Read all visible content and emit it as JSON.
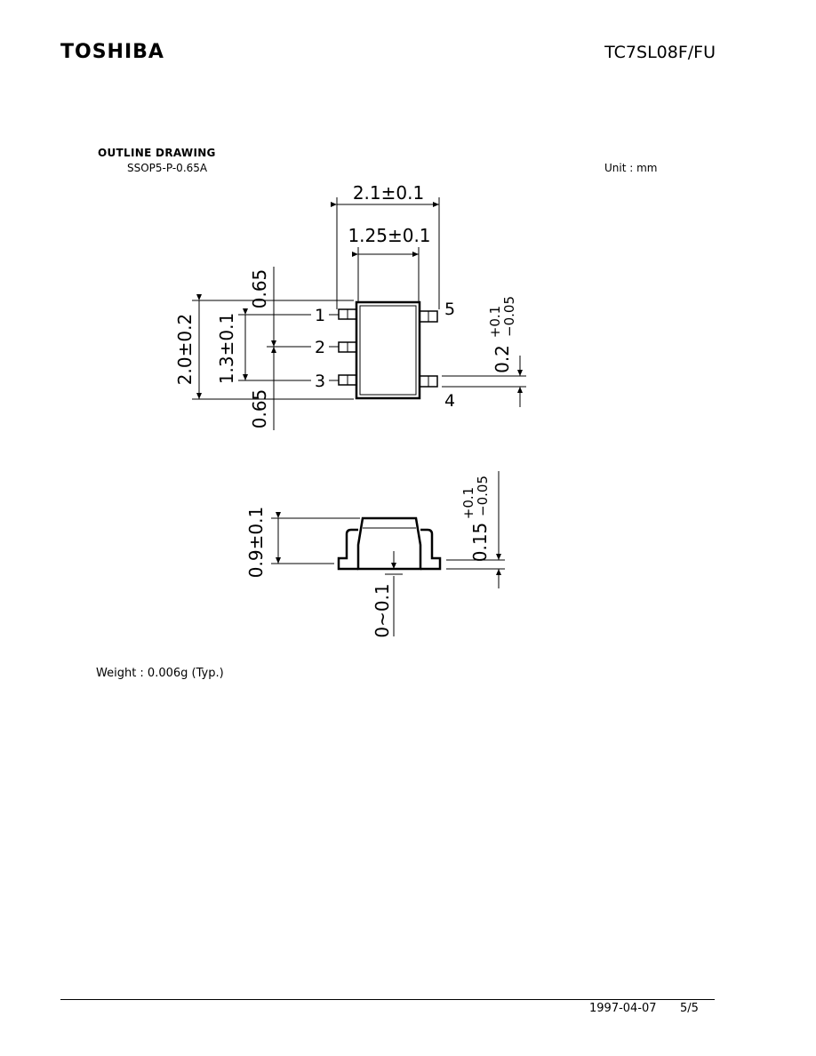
{
  "header": {
    "logo": "TOSHIBA",
    "part_number": "TC7SL08F/FU"
  },
  "section": {
    "title": "OUTLINE DRAWING",
    "package": "SSOP5-P-0.65A",
    "unit": "Unit : mm"
  },
  "top_view": {
    "dim_width": "2.1±0.1",
    "dim_body_width": "1.25±0.1",
    "dim_top_pitch": "0.65",
    "dim_bottom_pitch": "0.65",
    "dim_height": "2.0±0.2",
    "dim_row_span": "1.3±0.1",
    "dim_lead_width": "0.2",
    "dim_lead_tol_plus": "+0.1",
    "dim_lead_tol_minus": "−0.05",
    "pins": [
      "1",
      "2",
      "3",
      "4",
      "5"
    ]
  },
  "side_view": {
    "dim_height": "0.9±0.1",
    "dim_standoff": "0~0.1",
    "dim_lead_thickness": "0.15",
    "dim_thick_tol_plus": "+0.1",
    "dim_thick_tol_minus": "−0.05"
  },
  "weight": "Weight : 0.006g (Typ.)",
  "footer": {
    "date": "1997-04-07",
    "page": "5/5"
  }
}
